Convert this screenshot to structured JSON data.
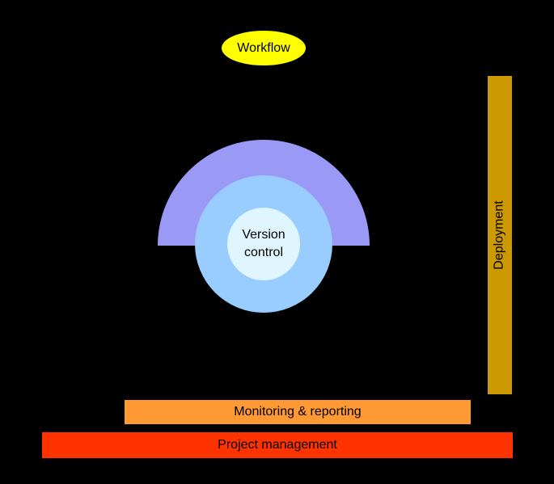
{
  "diagram": {
    "background_color": "#000000",
    "text_color": "#000000",
    "workflow_node": {
      "label": "Workflow",
      "shape": "ellipse",
      "color": "#ffff00"
    },
    "outer_arch": {
      "shape": "semicircle",
      "color": "#9a99f6"
    },
    "mid_ring": {
      "shape": "circle",
      "color": "#99ccff"
    },
    "version_control_core": {
      "label": "Version control",
      "shape": "circle",
      "color": "#e0f6ff"
    },
    "deployment_bar": {
      "label": "Deployment",
      "orientation": "vertical",
      "color": "#cc9900"
    },
    "monitoring_bar": {
      "label": "Monitoring & reporting",
      "orientation": "horizontal",
      "color": "#ff9933"
    },
    "project_management_bar": {
      "label": "Project management",
      "orientation": "horizontal",
      "color": "#ff3300"
    }
  }
}
